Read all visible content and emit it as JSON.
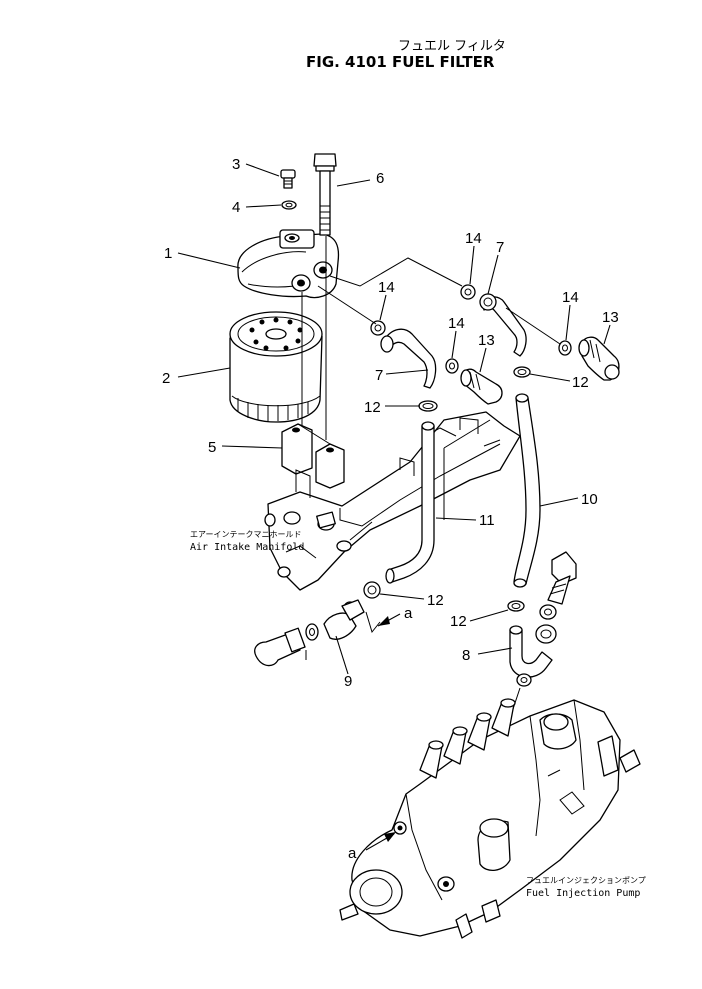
{
  "title": {
    "jp": "フュエル フィルタ",
    "main": "FIG. 4101   FUEL FILTER"
  },
  "captions": {
    "manifold_jp": "エアーインテークマニホールド",
    "manifold_en": "Air Intake Manifold",
    "pump_jp": "フュエルインジェクションポンプ",
    "pump_en": "Fuel Injection Pump"
  },
  "view_markers": {
    "upper": "a",
    "lower": "a"
  },
  "callouts": [
    {
      "id": "c3",
      "label": "3"
    },
    {
      "id": "c4",
      "label": "4"
    },
    {
      "id": "c6",
      "label": "6"
    },
    {
      "id": "c1",
      "label": "1"
    },
    {
      "id": "c2",
      "label": "2"
    },
    {
      "id": "c5",
      "label": "5"
    },
    {
      "id": "c14a",
      "label": "14"
    },
    {
      "id": "c7a",
      "label": "7"
    },
    {
      "id": "c14b",
      "label": "14"
    },
    {
      "id": "c13a",
      "label": "13"
    },
    {
      "id": "c14c",
      "label": "14"
    },
    {
      "id": "c14d",
      "label": "14"
    },
    {
      "id": "c13b",
      "label": "13"
    },
    {
      "id": "c7b",
      "label": "7"
    },
    {
      "id": "c12a",
      "label": "12"
    },
    {
      "id": "c12b",
      "label": "12"
    },
    {
      "id": "c10",
      "label": "10"
    },
    {
      "id": "c11",
      "label": "11"
    },
    {
      "id": "c12c",
      "label": "12"
    },
    {
      "id": "c12d",
      "label": "12"
    },
    {
      "id": "c8",
      "label": "8"
    },
    {
      "id": "c9",
      "label": "9"
    }
  ]
}
